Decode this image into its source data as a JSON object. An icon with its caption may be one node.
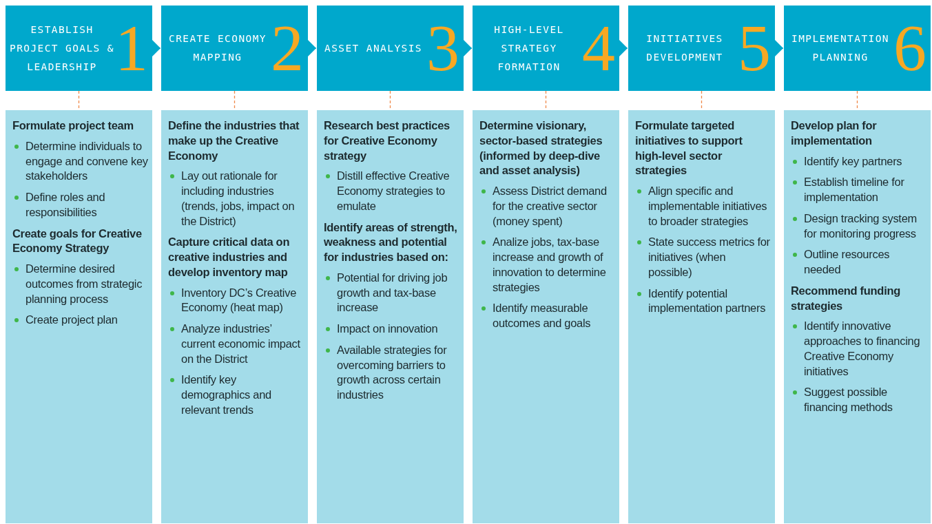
{
  "diagram": {
    "nodes": [
      {
        "text": [
          "ESTABLISH PROJECT GOALS & LEADERSHIP",
          "1"
        ]
      },
      {
        "text": [
          "CREATE ECONOMY MAPPING",
          "2"
        ]
      },
      {
        "text": [
          "ASSET ANALYSIS",
          "3"
        ]
      },
      {
        "text": [
          "HIGH-LEVEL STRATEGY FORMATION",
          "4"
        ]
      },
      {
        "text": [
          "INITIATIVES DEVELOPMENT",
          "5"
        ]
      },
      {
        "text": [
          "IMPLEMENTATION PLANNING",
          "6"
        ]
      },
      {
        "text": [
          "Formulate project team",
          "Determine individuals to engage and convene key stakeholders",
          "Define roles and responsibilities",
          "Create goals for Creative Economy Strategy",
          "Determine desired outcomes from strategic planning process",
          "Create project plan"
        ]
      },
      {
        "text": [
          "Define the industries that make up the Creative Economy",
          "Lay out rationale for including industries (trends, jobs, impact on the District)",
          "Capture critical data on creative industries and develop inventory map",
          "Inventory DC’s Creative Economy (heat map)",
          "Analyze industries’ current economic impact on the District",
          "Identify key demographics and relevant trends"
        ]
      },
      {
        "text": [
          "Research best practices for Creative Economy strategy",
          "Distill effective Creative Economy strategies to emulate",
          "Identify areas of strength, weakness and potential for industries based on:",
          "Potential for driving job growth and tax-base increase",
          "Impact on innovation",
          "Available strategies for overcoming barriers to growth across certain industries"
        ]
      },
      {
        "text": [
          "Determine visionary, sector-based strategies (informed by deep-dive and asset analysis)",
          "Assess District demand for the creative sector (money spent)",
          "Analize jobs, tax-base increase and growth of innovation to determine strategies",
          "Identify measurable outcomes and goals"
        ]
      },
      {
        "text": [
          "Formulate targeted initiatives to support high-level sector strategies",
          "Align specific and implementable initiatives to broader strategies",
          "State success metrics for initiatives (when possible)",
          "Identify potential implementation partners"
        ]
      },
      {
        "text": [
          "Develop plan for implementation",
          "Identify key partners",
          "Establish timeline for implementation",
          "Design tracking system for monitoring progress",
          "Outline resources needed",
          "Recommend funding strategies",
          "Identify innovative approaches to financing Creative Economy initiatives",
          "Suggest possible financing methods"
        ]
      }
    ],
    "edges": [
      {
        "from": 0,
        "to": 1,
        "arrow": "to",
        "color": "#00a8cc"
      },
      {
        "from": 1,
        "to": 2,
        "arrow": "to",
        "color": "#00a8cc"
      },
      {
        "from": 2,
        "to": 3,
        "arrow": "to",
        "color": "#00a8cc"
      },
      {
        "from": 3,
        "to": 4,
        "arrow": "to",
        "color": "#00a8cc"
      },
      {
        "from": 4,
        "to": 5,
        "arrow": "to",
        "color": "#00a8cc"
      },
      {
        "from": 0,
        "to": 6,
        "arrow": "none",
        "style": "dashed",
        "color": "#f08a4b"
      },
      {
        "from": 1,
        "to": 7,
        "arrow": "none",
        "style": "dashed",
        "color": "#f08a4b"
      },
      {
        "from": 2,
        "to": 8,
        "arrow": "none",
        "style": "dashed",
        "color": "#f08a4b"
      },
      {
        "from": 3,
        "to": 9,
        "arrow": "none",
        "style": "dashed",
        "color": "#f08a4b"
      },
      {
        "from": 4,
        "to": 10,
        "arrow": "none",
        "style": "dashed",
        "color": "#f08a4b"
      },
      {
        "from": 5,
        "to": 11,
        "arrow": "none",
        "style": "dashed",
        "color": "#f08a4b"
      }
    ]
  }
}
